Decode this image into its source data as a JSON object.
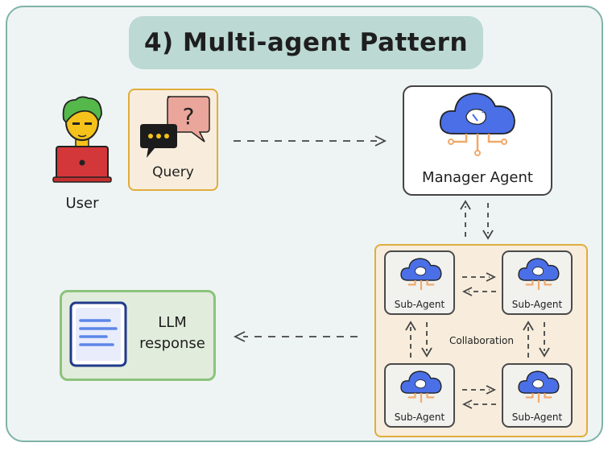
{
  "title": "4) Multi-agent Pattern",
  "user": {
    "label": "User"
  },
  "query": {
    "label": "Query",
    "question_mark": "?"
  },
  "manager": {
    "label": "Manager Agent"
  },
  "collaboration": {
    "label": "Collaboration",
    "sub_agents": [
      "Sub-Agent",
      "Sub-Agent",
      "Sub-Agent",
      "Sub-Agent"
    ]
  },
  "llm": {
    "label_line1": "LLM",
    "label_line2": "response"
  },
  "colors": {
    "frame": "#7fb3a6",
    "title_bg": "#bcd9d3",
    "cloud": "#4a6fe6",
    "circuit": "#f0a96b",
    "query_border": "#e0ad3c",
    "llm_border": "#8dc27d"
  }
}
